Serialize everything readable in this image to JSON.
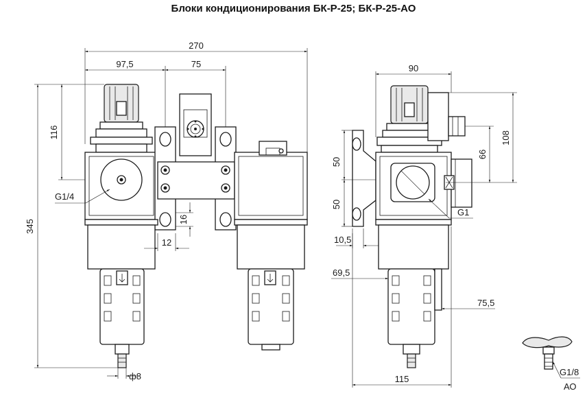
{
  "title": "Блоки кондиционирования БК-Р-25; БК-Р-25-АО",
  "dimensions": {
    "width_total": "270",
    "left_unit": "97,5",
    "unit_spacing": "75",
    "reg_height": "116",
    "total_height": "345",
    "thread_in": "G1/4",
    "bracket_w": "12",
    "bracket_h": "16",
    "drain_dia": "ф8",
    "side_width": "90",
    "side_height": "108",
    "side_66": "66",
    "side_50_top": "50",
    "side_50_bottom": "50",
    "port_thread": "G1",
    "side_10_5": "10,5",
    "side_69_5": "69,5",
    "side_75_5": "75,5",
    "bottom_width": "115",
    "drain_thread": "G1/8",
    "drain_code": "АО"
  }
}
